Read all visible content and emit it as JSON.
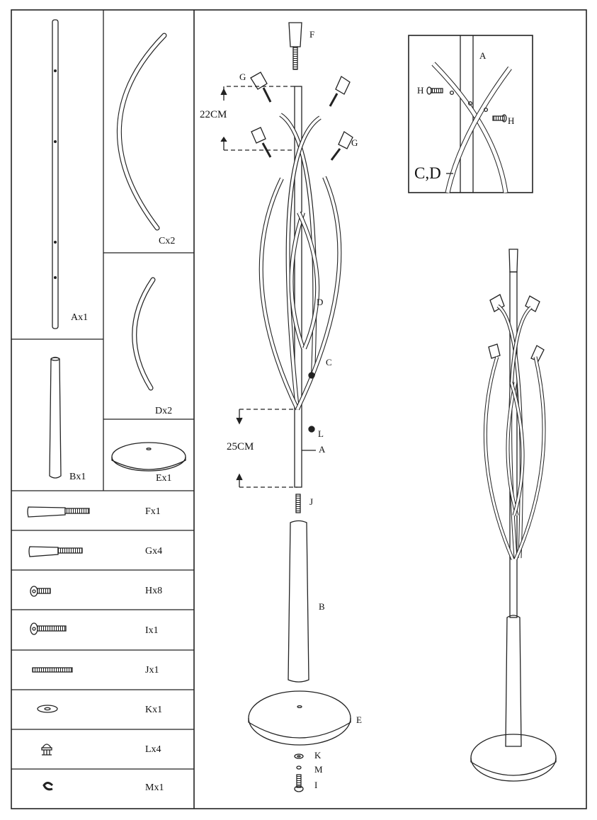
{
  "parts": {
    "A": "Ax1",
    "B": "Bx1",
    "C": "Cx2",
    "D": "Dx2",
    "E": "Ex1"
  },
  "hardware": [
    {
      "code": "Fx1"
    },
    {
      "code": "Gx4"
    },
    {
      "code": "Hx8"
    },
    {
      "code": "Ix1"
    },
    {
      "code": "Jx1"
    },
    {
      "code": "Kx1"
    },
    {
      "code": "Lx4"
    },
    {
      "code": "Mx1"
    }
  ],
  "assembly": {
    "F": "F",
    "G1": "G",
    "G2": "G",
    "D": "D",
    "C": "C",
    "L": "L",
    "A": "A",
    "J": "J",
    "B": "B",
    "E": "E",
    "K": "K",
    "M": "M",
    "I": "I",
    "dim_top": "22CM",
    "dim_bottom": "25CM"
  },
  "detail": {
    "A": "A",
    "H1": "H",
    "H2": "H",
    "CD": "C,D"
  }
}
